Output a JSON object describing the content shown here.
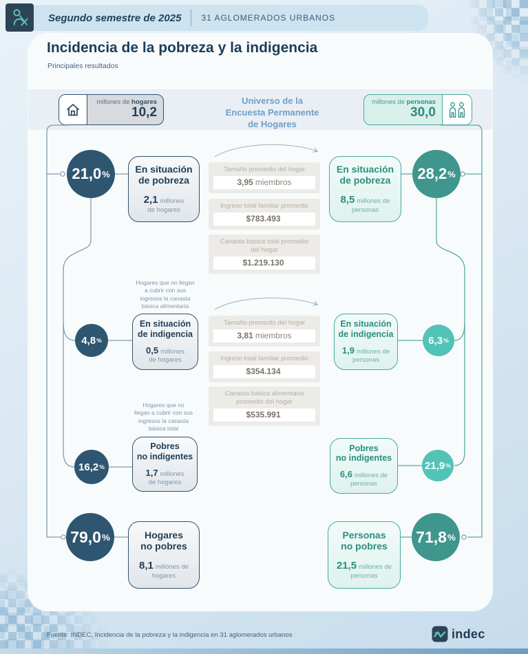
{
  "header": {
    "period": "Segundo semestre de 2025",
    "scope": "31 AGLOMERADOS URBANOS"
  },
  "page": {
    "title": "Incidencia de la pobreza y la indigencia",
    "subtitle": "Principales resultados"
  },
  "universe": {
    "center_title": "Universo de la\nEncuesta Permanente\nde Hogares",
    "households": {
      "label": "millones de ",
      "label_bold": "hogares",
      "value": "10,2"
    },
    "persons": {
      "label": "millones de ",
      "label_bold": "personas",
      "value": "30,0"
    }
  },
  "symbols": {
    "percent": "%"
  },
  "flow": {
    "pobreza": {
      "left": {
        "pct": "21,0",
        "title": "En situación\nde pobreza",
        "num": "2,1",
        "unit": "millones\nde hogares"
      },
      "right": {
        "pct": "28,2",
        "title": "En situación\nde pobreza",
        "num": "8,5",
        "unit": "millones de\npersonas"
      },
      "stats": [
        {
          "label": "Tamaño promedio del hogar",
          "num": "3,95",
          "unit": "miembros"
        },
        {
          "label": "Ingreso total familiar promedio",
          "num": "$783.493",
          "unit": ""
        },
        {
          "label": "Canasta básica total promedio\ndel hogar",
          "num": "$1.219.130",
          "unit": ""
        }
      ]
    },
    "indigencia": {
      "note": "Hogares que no llegan\na cubrir con sus\ningresos la canasta\nbásica alimentaria",
      "left": {
        "pct": "4,8",
        "title": "En situación\nde indigencia",
        "num": "0,5",
        "unit": "millones\nde hogares"
      },
      "right": {
        "pct": "6,3",
        "title": "En situación\nde indigencia",
        "num": "1,9",
        "unit": "millones de\npersonas"
      },
      "stats": [
        {
          "label": "Tamaño promedio del hogar",
          "num": "3,81",
          "unit": "miembros"
        },
        {
          "label": "Ingreso total familiar promedio",
          "num": "$354.134",
          "unit": ""
        },
        {
          "label": "Canasta básica alimentaria\npromedio del hogar",
          "num": "$535.991",
          "unit": ""
        }
      ]
    },
    "pobres_no_indigentes": {
      "note": "Hogares que no\nllegan a cubrir con sus\ningresos la canasta\nbásica total",
      "left": {
        "pct": "16,2",
        "title": "Pobres\nno indigentes",
        "num": "1,7",
        "unit": "millones\nde hogares"
      },
      "right": {
        "pct": "21,9",
        "title": "Pobres\nno indigentes",
        "num": "6,6",
        "unit": "millones de\npersonas"
      }
    },
    "no_pobres": {
      "left": {
        "pct": "79,0",
        "title": "Hogares\nno pobres",
        "num": "8,1",
        "unit": "millones de\nhogares"
      },
      "right": {
        "pct": "71,8",
        "title": "Personas\nno pobres",
        "num": "21,5",
        "unit": "millones de\npersonas"
      }
    }
  },
  "footer": {
    "source": "Fuente: INDEC, Incidencia de la pobreza y la indigencia en 31 aglomerados urbanos",
    "brand": "indec"
  },
  "colors": {
    "navy": "#2f5670",
    "teal": "#3f968d",
    "teal_light": "#52c3b7",
    "blue_text": "#6f9fc8",
    "header_strip": "#cde3f0"
  }
}
